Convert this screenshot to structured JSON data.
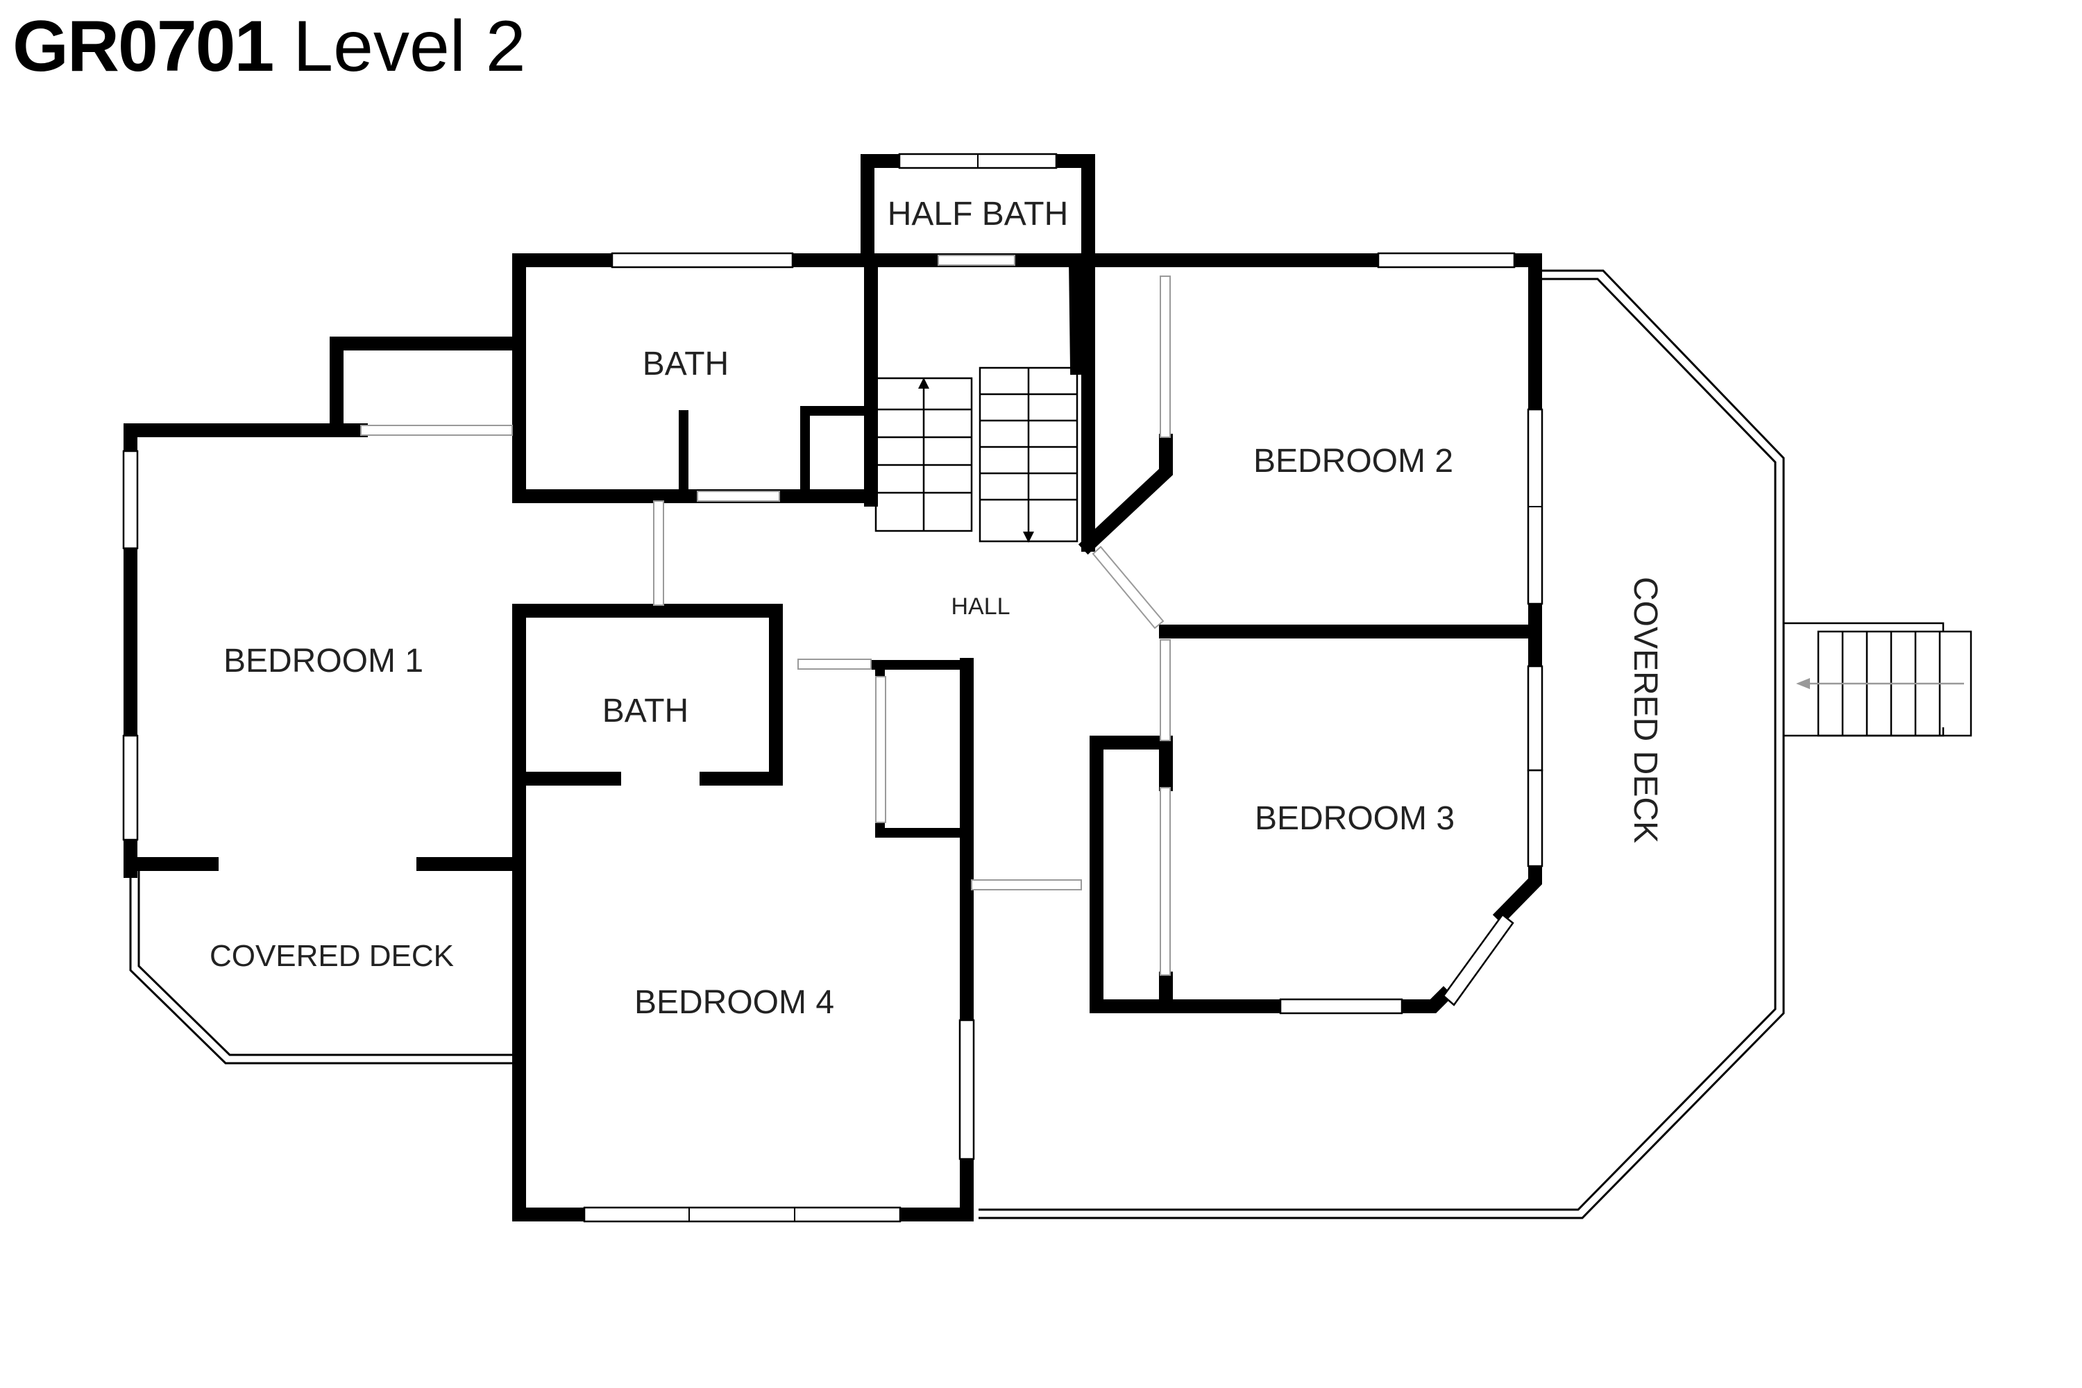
{
  "plan": {
    "code": "GR0701",
    "level": "Level 2"
  },
  "rooms": {
    "half_bath": "HALF BATH",
    "bath_upper": "BATH",
    "bath_lower": "BATH",
    "bedroom_1": "BEDROOM 1",
    "bedroom_2": "BEDROOM 2",
    "bedroom_3": "BEDROOM 3",
    "bedroom_4": "BEDROOM 4",
    "hall": "HALL",
    "covered_deck_left": "COVERED DECK",
    "covered_deck_right": "COVERED DECK"
  }
}
